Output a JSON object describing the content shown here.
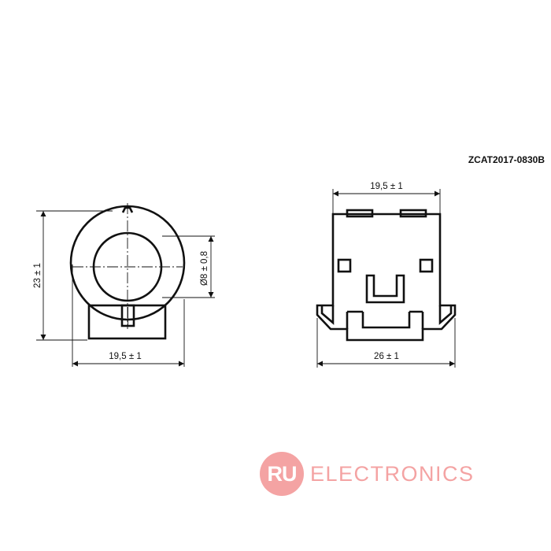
{
  "part_code": "ZCAT2017-0830B",
  "front_view": {
    "height_dim": "23 ± 1",
    "width_dim": "19,5 ± 1",
    "inner_diameter_dim": "Ø8 ± 0,8"
  },
  "side_view": {
    "top_width_dim": "19,5 ± 1",
    "bottom_width_dim": "26 ± 1"
  },
  "watermark": {
    "badge": "RU",
    "text": "ELECTRONICS",
    "color": "#f4a3a3"
  }
}
